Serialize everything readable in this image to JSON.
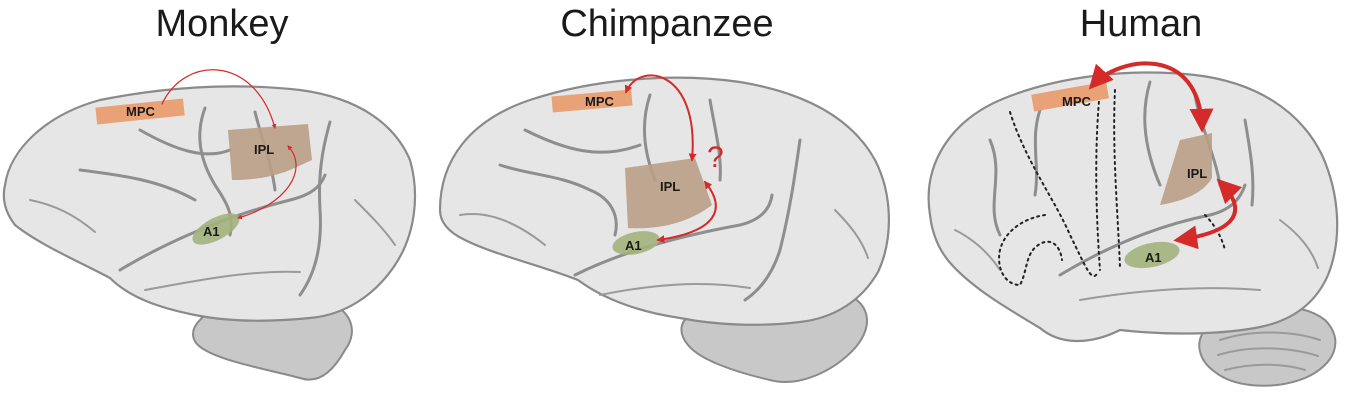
{
  "panels": [
    {
      "title": "Monkey",
      "labels": {
        "mpc": "MPC",
        "ipl": "IPL",
        "a1": "A1"
      }
    },
    {
      "title": "Chimpanzee",
      "labels": {
        "mpc": "MPC",
        "ipl": "IPL",
        "a1": "A1"
      },
      "annotation": "?"
    },
    {
      "title": "Human",
      "labels": {
        "mpc": "MPC",
        "ipl": "IPL",
        "a1": "A1"
      }
    }
  ],
  "colors": {
    "arrow": "#d42a2a",
    "mpc": "#e9a276",
    "ipl": "#b99f86",
    "a1": "#a3b27c",
    "brain_fill": "#e6e6e6",
    "brain_outline": "#8a8a8a"
  }
}
